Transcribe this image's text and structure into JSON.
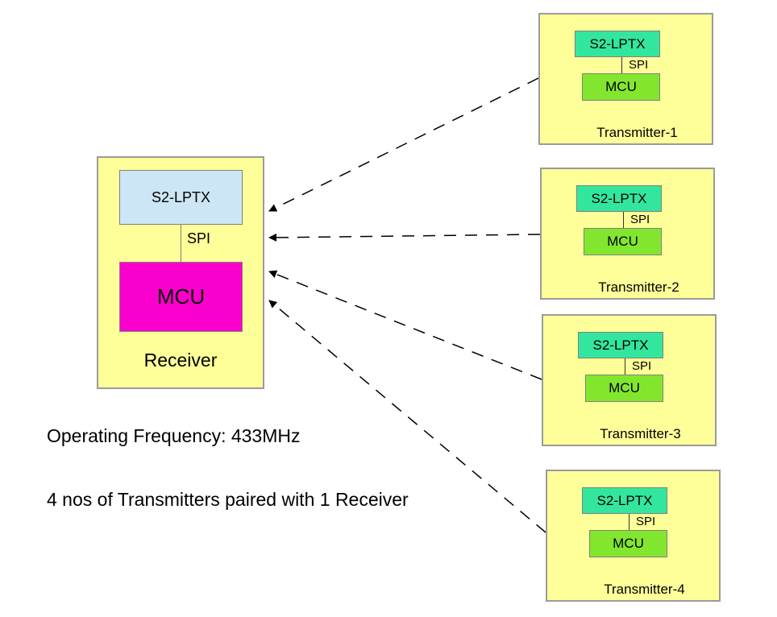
{
  "receiver": {
    "chip_label": "S2-LPTX",
    "bus_label": "SPI",
    "mcu_label": "MCU",
    "title": "Receiver"
  },
  "transmitters": [
    {
      "chip_label": "S2-LPTX",
      "bus_label": "SPI",
      "mcu_label": "MCU",
      "title": "Transmitter-1"
    },
    {
      "chip_label": "S2-LPTX",
      "bus_label": "SPI",
      "mcu_label": "MCU",
      "title": "Transmitter-2"
    },
    {
      "chip_label": "S2-LPTX",
      "bus_label": "SPI",
      "mcu_label": "MCU",
      "title": "Transmitter-3"
    },
    {
      "chip_label": "S2-LPTX",
      "bus_label": "SPI",
      "mcu_label": "MCU",
      "title": "Transmitter-4"
    }
  ],
  "notes": {
    "frequency": "Operating Frequency: 433MHz",
    "pairing": "4 nos of Transmitters paired with 1 Receiver"
  },
  "colors": {
    "panel_fill": "#FFFF99",
    "panel_border": "#9B9B9B",
    "receiver_chip_fill": "#CDE6F5",
    "receiver_mcu_fill": "#FA00CC",
    "transmitter_chip_fill": "#33E69E",
    "transmitter_mcu_fill": "#82E62E",
    "inner_border": "#808080",
    "arrow_color": "#000000"
  }
}
